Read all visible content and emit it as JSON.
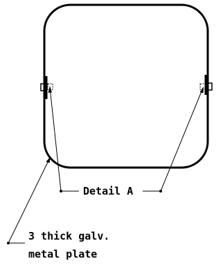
{
  "labels": {
    "detail": "Detail A",
    "plate_line1": "3 thick galv.",
    "plate_line2": "metal plate"
  },
  "colors": {
    "stroke": "#000000",
    "background": "#ffffff"
  }
}
